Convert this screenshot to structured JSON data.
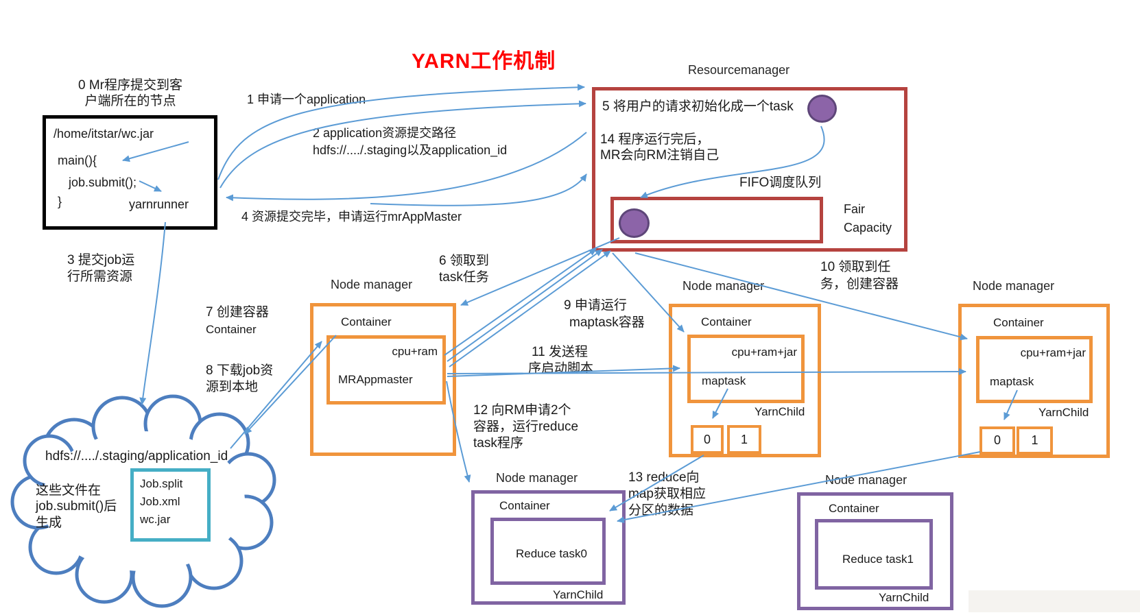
{
  "title": "YARN工作机制",
  "colors": {
    "orange": "#F0943C",
    "rm_red": "#B5433F",
    "purple": "#8064A2",
    "arrow_blue": "#5B9BD5",
    "cloud_blue": "#4D7EBF",
    "cyan": "#45AEC5",
    "circle_fill": "#8C64A8",
    "circle_stroke": "#5E4679",
    "title_red": "#FF0000"
  },
  "client": {
    "caption1": "0 Mr程序提交到客",
    "caption2": "户端所在的节点",
    "jar_path": "/home/itstar/wc.jar",
    "code1": "main(){",
    "code2": "job.submit();",
    "code3": "}",
    "runner": "yarnrunner"
  },
  "rm": {
    "title": "Resourcemanager",
    "step5": "5 将用户的请求初始化成一个task",
    "step14a": "14 程序运行完后，",
    "step14b": "MR会向RM注销自己",
    "fifo": "FIFO调度队列",
    "fair": "Fair",
    "capacity": "Capacity"
  },
  "labels": {
    "e1": "1 申请一个application",
    "e2a": "2 application资源提交路径",
    "e2b": "hdfs://..../.staging以及application_id",
    "e3a": "3 提交job运",
    "e3b": "行所需资源",
    "e4": "4 资源提交完毕，申请运行mrAppMaster",
    "e6a": "6 领取到",
    "e6b": "task任务",
    "e7a": "7 创建容器",
    "e7b": "Container",
    "e8a": "8 下载job资",
    "e8b": "源到本地",
    "e9a": "9 申请运行",
    "e9b": "maptask容器",
    "e10a": "10 领取到任",
    "e10b": "务，创建容器",
    "e11a": "11 发送程",
    "e11b": "序启动脚本",
    "e12a": "12 向RM申请2个",
    "e12b": "容器，运行reduce",
    "e12c": "task程序",
    "e13a": "13 reduce向",
    "e13b": "map获取相应",
    "e13c": "分区的数据"
  },
  "nm_appmaster": {
    "title": "Node manager",
    "container": "Container",
    "resources": "cpu+ram",
    "process": "MRAppmaster"
  },
  "nm_map1": {
    "title": "Node manager",
    "container": "Container",
    "resources": "cpu+ram+jar",
    "process": "maptask",
    "child": "YarnChild",
    "partition0": "0",
    "partition1": "1"
  },
  "nm_map2": {
    "title": "Node manager",
    "container": "Container",
    "resources": "cpu+ram+jar",
    "process": "maptask",
    "child": "YarnChild",
    "partition0": "0",
    "partition1": "1"
  },
  "nm_reduce0": {
    "title": "Node manager",
    "container": "Container",
    "process": "Reduce task0",
    "child": "YarnChild"
  },
  "nm_reduce1": {
    "title": "Node manager",
    "container": "Container",
    "process": "Reduce task1",
    "child": "YarnChild"
  },
  "cloud": {
    "path": "hdfs://..../.staging/application_id",
    "note1": "这些文件在",
    "note2": "job.submit()后",
    "note3": "生成",
    "files": [
      "Job.split",
      "Job.xml",
      "wc.jar"
    ]
  }
}
